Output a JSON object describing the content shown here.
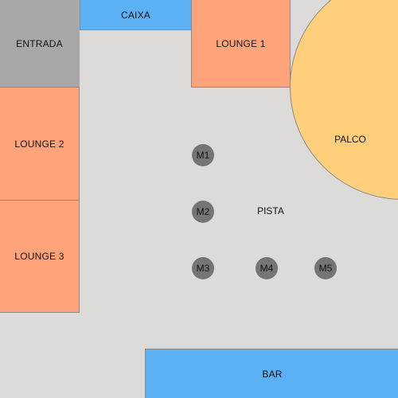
{
  "zones": {
    "caixa": "CAIXA",
    "entrada": "ENTRADA",
    "lounge1": "LOUNGE 1",
    "lounge2": "LOUNGE 2",
    "lounge3": "LOUNGE 3",
    "palco": "PALCO",
    "pista": "PISTA",
    "bar": "BAR"
  },
  "tables": [
    "M1",
    "M2",
    "M3",
    "M4",
    "M5"
  ],
  "colors": {
    "floor": "#dcdbda",
    "cashier_bar": "#5cb0f4",
    "entrance": "#a8a8a8",
    "lounge": "#ffa37a",
    "stage": "#ffcf7c",
    "table": "#757575"
  }
}
